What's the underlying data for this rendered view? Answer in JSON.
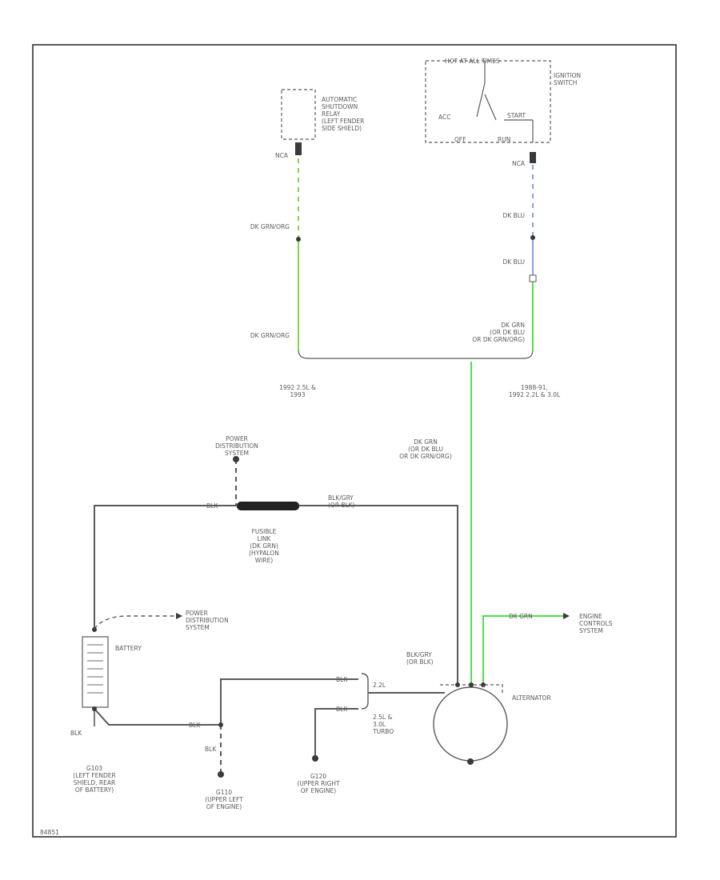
{
  "colors": {
    "line": "#5a5a5a",
    "dk_grn_org": "#88d34a",
    "dk_grn": "#4fe04f",
    "dk_blu": "#8c9be8",
    "fusible_link": "#222222"
  },
  "labels": {
    "asd_relay": "AUTOMATIC\nSHUTDOWN\nRELAY\n(LEFT FENDER\nSIDE SHIELD)",
    "nca_left": "NCA",
    "dk_grn_org_upper": "DK GRN/ORG",
    "dk_grn_org_lower": "DK GRN/ORG",
    "hot_in": "HOT AT ALL TIMES",
    "ignition_switch": "IGNITION\nSWITCH",
    "acc": "ACC",
    "start": "START",
    "off": "OFF",
    "run": "RUN",
    "nca_right": "NCA",
    "dk_blu_upper": "DK BLU",
    "dk_blu_lower": "DK BLU",
    "dk_grn_combo_upper": "DK GRN\n(OR DK BLU\nOR DK GRN/ORG)",
    "year_left": "1992 2.5L &\n1993",
    "year_right": "1988-91,\n1992 2.2L & 3.0L",
    "dk_grn_combo_lower": "DK GRN\n(OR DK BLU\nOR DK GRN/ORG)",
    "pds_top": "POWER\nDISTRIBUTION\nSYSTEM",
    "blk_fusible": "BLK",
    "blk_gry": "BLK/GRY\n(OR BLK)",
    "fusible_link": "FUSIBLE\nLINK\n(DK GRN)\n(HYPALON\nWIRE)",
    "pds_battery": "POWER\nDISTRIBUTION\nSYSTEM",
    "battery": "BATTERY",
    "dk_grn_ecs": "DK GRN",
    "engine_controls": "ENGINE\nCONTROLS\nSYSTEM",
    "blk_gry_alt": "BLK/GRY\n(OR BLK)",
    "blk_top": "BLK",
    "blk_mid": "BLK",
    "engine_22": "2.2L",
    "engine_25": "2.5L &\n3.0L\nTURBO",
    "alternator": "ALTERNATOR",
    "blk_battery": "BLK",
    "blk_ground_wire": "BLK",
    "blk_g110": "BLK",
    "g103": "G103\n(LEFT FENDER\nSHIELD, REAR\nOF BATTERY)",
    "g110": "G110\n(UPPER LEFT\nOF ENGINE)",
    "g120": "G120\n(UPPER RIGHT\nOF ENGINE)",
    "page_code": "84851"
  }
}
